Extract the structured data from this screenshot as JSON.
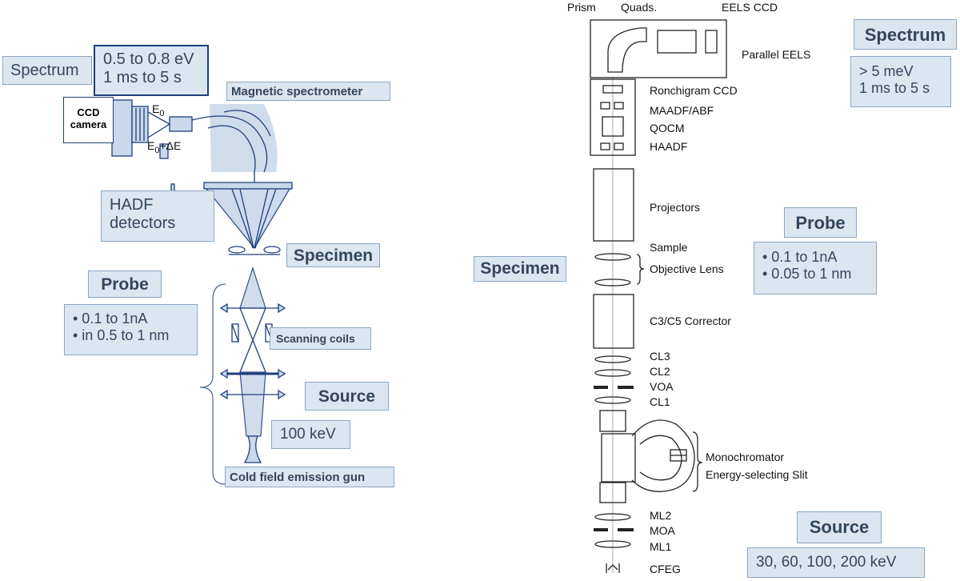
{
  "left": {
    "spectrum": {
      "title": "Spectrum",
      "line1": "0.5 to 0.8 eV",
      "line2": "1 ms to 5 s"
    },
    "ccd_camera": {
      "line1": "CCD",
      "line2": "camera"
    },
    "magnetic_spectrometer": "Magnetic spectrometer",
    "hadf": {
      "line1": "HADF",
      "line2": "detectors"
    },
    "specimen": "Specimen",
    "probe": {
      "title": "Probe",
      "line1": "• 0.1 to 1nA",
      "line2": "• in 0.5 to 1 nm"
    },
    "scanning_coils": "Scanning coils",
    "source": {
      "title": "Source",
      "energy": "100 keV"
    },
    "gun": "Cold field emission gun",
    "energy_marks": {
      "e0_top": "E",
      "e0_top_sub": "0",
      "e0_bottom": "E",
      "e0_bottom_sub": "0",
      "delta_e": "+ΔE"
    }
  },
  "right": {
    "top_labels": {
      "prism": "Prism",
      "quads": "Quads.",
      "eels_ccd": "EELS CCD"
    },
    "parallel_eels": "Parallel EELS",
    "detectors": [
      "Ronchigram CCD",
      "MAADF/ABF",
      "QOCM",
      "HAADF"
    ],
    "projectors": "Projectors",
    "sample": "Sample",
    "objective_lens": "Objective Lens",
    "corrector": "C3/C5 Corrector",
    "condenser": [
      "CL3",
      "CL2",
      "VOA",
      "CL1"
    ],
    "monochromator": "Monochromator",
    "slit": "Energy-selecting Slit",
    "lower": [
      "ML2",
      "MOA",
      "ML1"
    ],
    "cfeg": "CFEG",
    "spectrum": {
      "title": "Spectrum",
      "line1": "> 5 meV",
      "line2": "1 ms to 5 s"
    },
    "probe": {
      "title": "Probe",
      "line1": "• 0.1 to 1nA",
      "line2": "• 0.05 to 1 nm"
    },
    "specimen": "Specimen",
    "source": {
      "title": "Source",
      "energies": "30, 60, 100, 200 keV"
    }
  },
  "colors": {
    "box_fill": "#dbe6f1",
    "box_border": "#8ea5c1",
    "box_text": "#34465d",
    "drawing_blue": "#1f3f7a",
    "drawing_fill": "#c9d8ea"
  }
}
